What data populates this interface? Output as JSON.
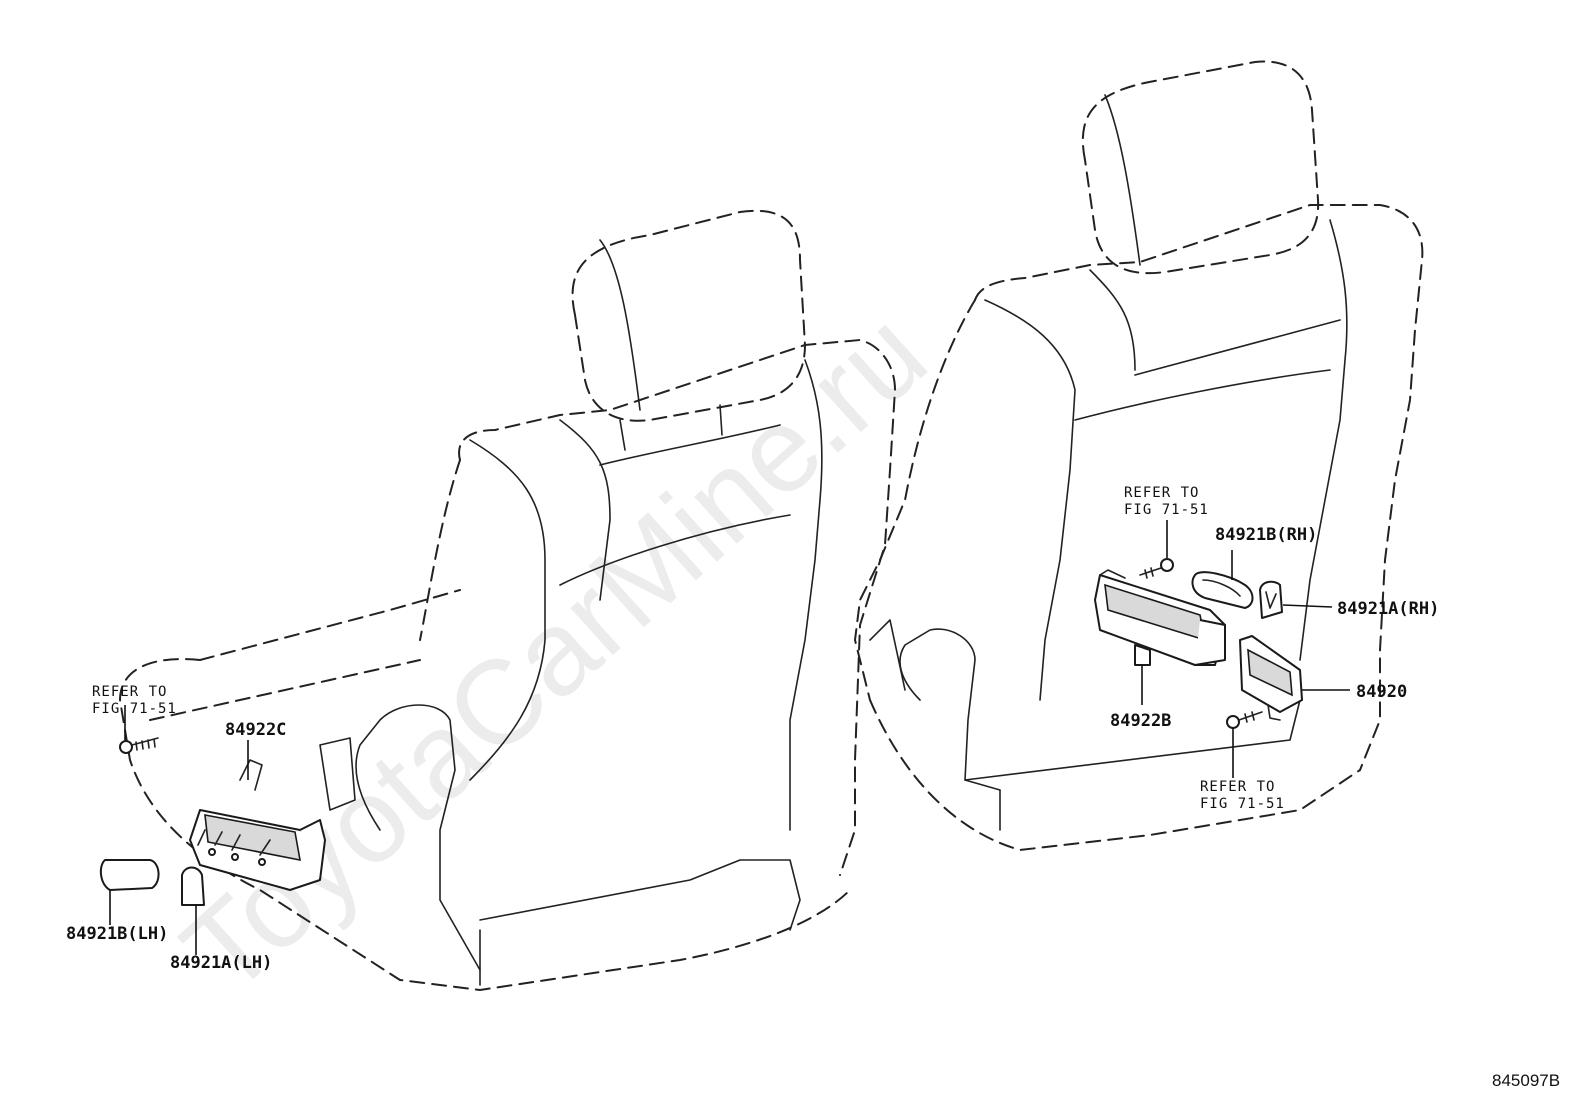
{
  "watermark": "ToyotaCarMine.ru",
  "drawing_code": "845097B",
  "parts": {
    "left_seat": {
      "ref_top": [
        "REFER TO",
        "FIG 71-51"
      ],
      "p84922C": "84922C",
      "p84921B_LH": "84921B(LH)",
      "p84921A_LH": "84921A(LH)"
    },
    "right_seat": {
      "ref_top": [
        "REFER TO",
        "FIG 71-51"
      ],
      "p84921B_RH": "84921B(RH)",
      "p84921A_RH": "84921A(RH)",
      "p84922B": "84922B",
      "p84920": "84920",
      "ref_bottom": [
        "REFER TO",
        "FIG 71-51"
      ]
    }
  }
}
